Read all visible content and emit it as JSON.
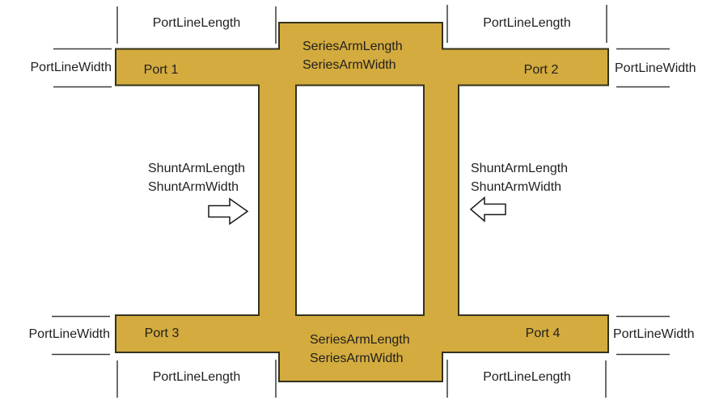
{
  "diagram": {
    "type": "branch-line-coupler-layout",
    "colors": {
      "background": "#FFFFFF",
      "trace_fill": "#D4AB3E",
      "trace_outline": "#33321D",
      "text": "#1F1F1F",
      "callout_line": "#3A3A3A",
      "arrow_fill": "#FFFFFF",
      "arrow_outline": "#1A1A1A"
    },
    "ports": [
      {
        "label": "Port 1"
      },
      {
        "label": "Port 2"
      },
      {
        "label": "Port 3"
      },
      {
        "label": "Port 4"
      }
    ],
    "labels": {
      "port_line_length": "PortLineLength",
      "port_line_width": "PortLineWidth",
      "series_arm_length": "SeriesArmLength",
      "series_arm_width": "SeriesArmWidth",
      "shunt_arm_length": "ShuntArmLength",
      "shunt_arm_width": "ShuntArmWidth"
    }
  }
}
